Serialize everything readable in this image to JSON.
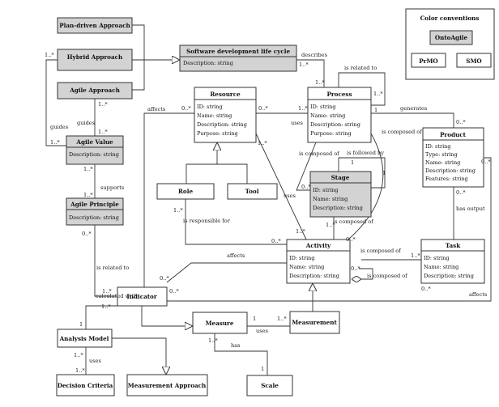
{
  "colors": {
    "onto": "#d3d3d3",
    "prmo": "#ffffff",
    "smo": "#ffffff",
    "line": "#333333"
  },
  "legend": {
    "title": "Color conventions",
    "onto": "OntoAgile",
    "prmo": "PrMO",
    "smo": "SMO"
  },
  "classes": {
    "plan": {
      "name": "Plan-driven Approach"
    },
    "hybrid": {
      "name": "Hybrid Approach"
    },
    "agileapp": {
      "name": "Agile Approach"
    },
    "sdlc": {
      "name": "Software development life cycle",
      "attrs": [
        "Description: string"
      ]
    },
    "agilevalue": {
      "name": "Agile Value",
      "attrs": [
        "Description: string"
      ]
    },
    "agileprinciple": {
      "name": "Agile Principle",
      "attrs": [
        "Description: string"
      ]
    },
    "resource": {
      "name": "Resource",
      "attrs": [
        "ID: string",
        "Name: string",
        "Description: string",
        "Purpose: string"
      ]
    },
    "process": {
      "name": "Process",
      "attrs": [
        "ID: string",
        "Name: string",
        "Description: string",
        "Purpose: string"
      ]
    },
    "product": {
      "name": "Product",
      "attrs": [
        "ID: string",
        "Type: string",
        "Name: string",
        "Description: string",
        "Features: string"
      ]
    },
    "role": {
      "name": "Role"
    },
    "tool": {
      "name": "Tool"
    },
    "stage": {
      "name": "Stage",
      "attrs": [
        "ID: string",
        "Name: string",
        "Description: string"
      ]
    },
    "activity": {
      "name": "Activity",
      "attrs": [
        "ID: string",
        "Name: string",
        "Description: string"
      ]
    },
    "task": {
      "name": "Task",
      "attrs": [
        "ID: string",
        "Name: string",
        "Description: string"
      ]
    },
    "indicator": {
      "name": "Indicator"
    },
    "analysis": {
      "name": "Analysis Model"
    },
    "measure": {
      "name": "Measure"
    },
    "measurement": {
      "name": "Measurement"
    },
    "decision": {
      "name": "Decision Criteria"
    },
    "mapproach": {
      "name": "Measurement Approach"
    },
    "scale": {
      "name": "Scale"
    }
  },
  "relations": {
    "describes": "describes",
    "is_related_to_top": "is related to",
    "generates": "generates",
    "uses_top": "uses",
    "is_composed_of_pp": "is composed of",
    "is_composed_of_ps": "is composed of",
    "is_followed_by": "is followed by",
    "is_composed_of_sa": "is composed of",
    "is_composed_of_at": "is composed of",
    "is_composed_of_aa": "is composed of",
    "has_output": "has output",
    "affects_resource": "affects",
    "affects_activity": "affects",
    "affects_product": "affects",
    "guides_left": "guides",
    "guides_mid": "guides",
    "supports": "supports",
    "is_related_to_ind": "is related to",
    "is_responsible_for": "is responsible for",
    "uses_res_act": "uses",
    "calculated_with": "calculated with",
    "uses_measure": "uses",
    "uses_analysis": "uses",
    "has_scale": "has"
  },
  "multiplicities": {
    "hyb": "1..*",
    "av_left": "1..*",
    "aa_low": "1..*",
    "av_top": "1..*",
    "av_bot": "1..*",
    "ap_top": "1..*",
    "ap_bot": "0..*",
    "sdlc_in": "1..*",
    "proc_top": "1..*",
    "proc_rel": "1..*",
    "res_left": "0..*",
    "res_right": "0..*",
    "proc_left": "1..*",
    "one_gen": "1",
    "prod_gen": "0..*",
    "prod_right": "0..*",
    "prod_bot": "0..*",
    "stage_left": "0..*",
    "stage_one": "1",
    "stage_one_r": "1",
    "stage_bot": "1..*",
    "act_left": "1..*",
    "act_top": "0..*",
    "res_low": "1..*",
    "role_bot": "1..*",
    "act_left2": "0..*",
    "task_left": "1..*",
    "task_bot": "0..*",
    "act_agg": "0..*",
    "ind_left": "1..*",
    "ind_right": "0..*",
    "ind_top": "0..*",
    "ind_low": "1..*",
    "am_one": "1",
    "meas_one": "1",
    "meas_many": "1..*",
    "am_dec": "1..*",
    "dec_top": "1..*",
    "measure_bot": "1..*",
    "scale_one": "1"
  }
}
